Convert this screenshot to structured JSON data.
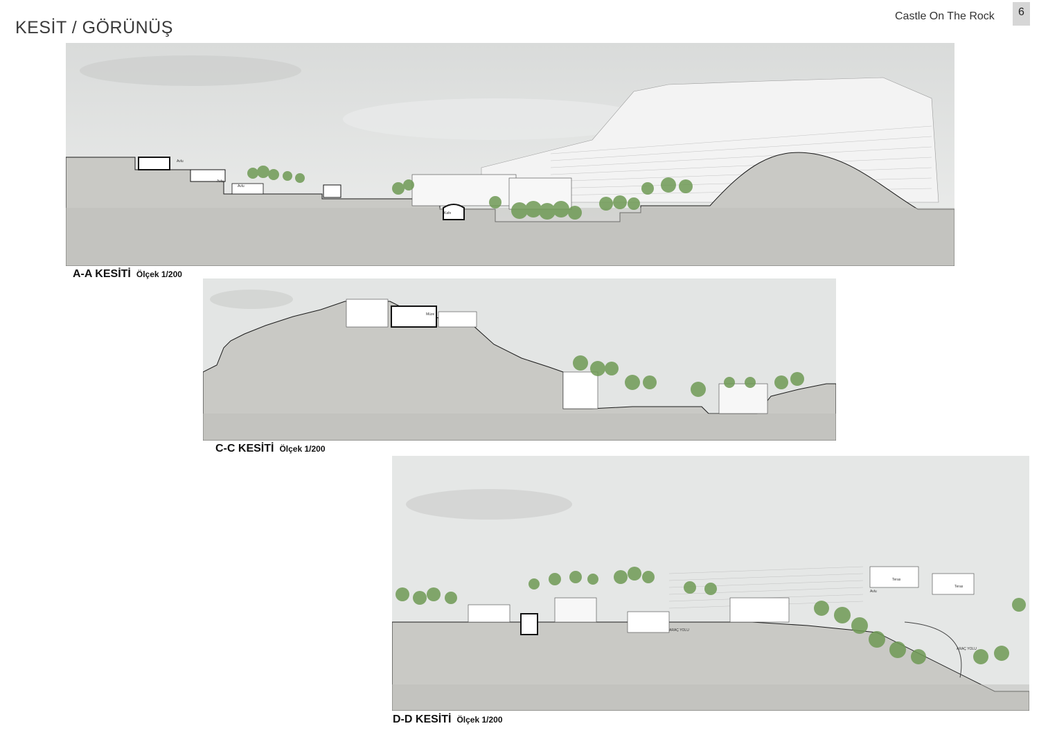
{
  "header": {
    "title": "KESİT / GÖRÜNÜŞ",
    "project": "Castle On The Rock",
    "page_number": "6"
  },
  "sections": [
    {
      "id": "aa",
      "name": "A-A KESİTİ",
      "scale": "Ölçek 1/200"
    },
    {
      "id": "cc",
      "name": "C-C KESİTİ",
      "scale": "Ölçek 1/200"
    },
    {
      "id": "dd",
      "name": "D-D KESİTİ",
      "scale": "Ölçek 1/200"
    }
  ],
  "labels": {
    "avlu": "Avlu",
    "kafe": "Kafe",
    "muze": "Müze",
    "teras": "Teras",
    "arac_yolu": "ARAÇ YOLU"
  },
  "colors": {
    "sky": "#dfe1e0",
    "ground": "#c9c9c5",
    "ground_dark": "#bdbdb9",
    "tree": "#6f9a55",
    "line": "#1a1a1a"
  }
}
